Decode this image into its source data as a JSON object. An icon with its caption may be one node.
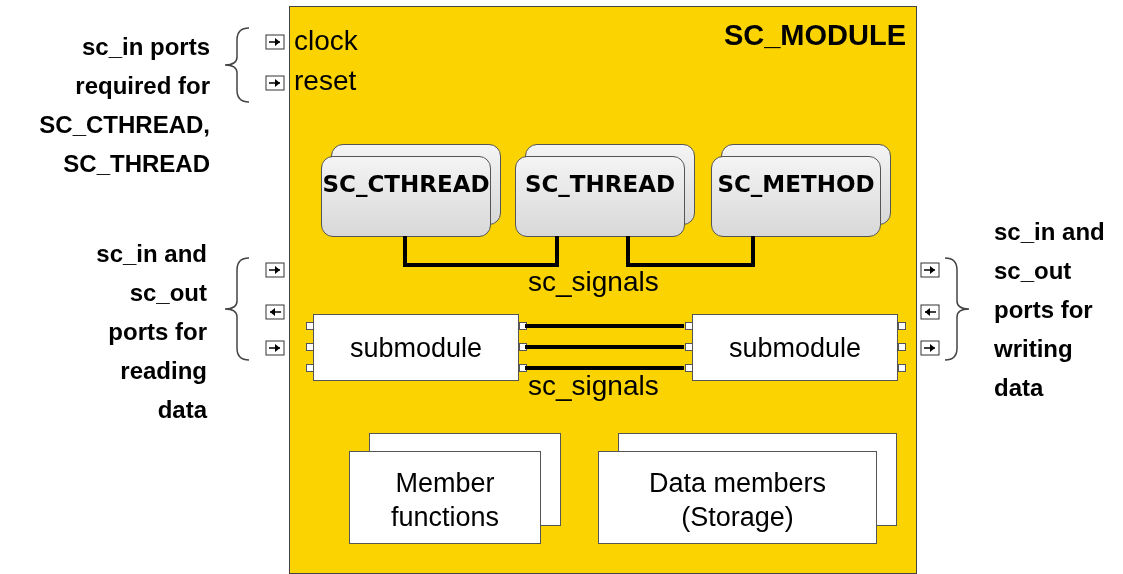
{
  "diagram": {
    "nodes": [
      {
        "text": [
          "SC_MODULE"
        ]
      },
      {
        "text": [
          "SC_CTHREAD"
        ],
        "in": 0
      },
      {
        "text": [
          "SC_THREAD"
        ],
        "in": 0
      },
      {
        "text": [
          "SC_METHOD"
        ],
        "in": 0
      },
      {
        "text": [
          "submodule"
        ],
        "in": 0
      },
      {
        "text": [
          "submodule"
        ],
        "in": 0
      },
      {
        "text": [
          "Member functions"
        ],
        "in": 0
      },
      {
        "text": [
          "Data members (Storage)"
        ],
        "in": 0
      }
    ],
    "edges": [
      {
        "from": 1,
        "to": 2,
        "arrow": "none"
      },
      {
        "from": 2,
        "to": 3,
        "arrow": "none"
      },
      {
        "from": 4,
        "to": 5,
        "arrow": "none"
      },
      {
        "from": 4,
        "to": 5,
        "arrow": "none"
      },
      {
        "from": 4,
        "to": 5,
        "arrow": "none"
      }
    ],
    "labels": [
      "sc_in ports required for SC_CTHREAD, SC_THREAD",
      "clock",
      "reset",
      "sc_signals",
      "sc_in and sc_out ports for reading data",
      "sc_in and sc_out ports for writing data",
      "sc_signals"
    ]
  }
}
